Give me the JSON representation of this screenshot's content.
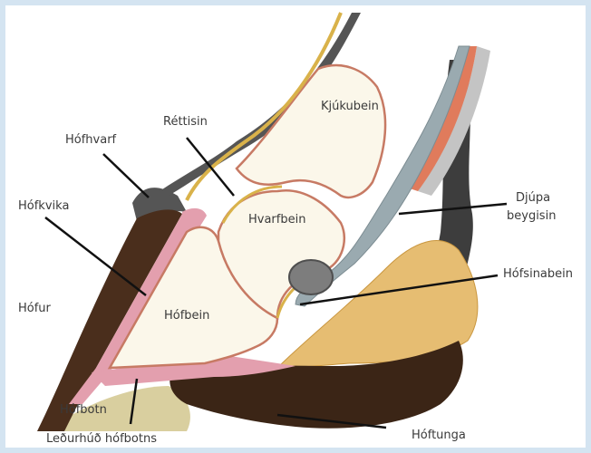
{
  "diagram": {
    "labels": {
      "hofhvarf": "Hófhvarf",
      "rettisin": "Réttisin",
      "kjukubein": "Kjúkubein",
      "djupa_beygisin_line1": "Djúpa",
      "djupa_beygisin_line2": "beygisin",
      "hofkvika": "Hófkvika",
      "hvarfbein": "Hvarfbein",
      "hofsinabein": "Hófsinabein",
      "hofur": "Hófur",
      "hofbein": "Hófbein",
      "hofbotn": "Hófbotn",
      "hoftunga": "Hóftunga",
      "ledurhud_hofbotns": "Leðurhúð hófbotns"
    },
    "colors": {
      "background": "#d4e4f1",
      "panel": "#ffffff",
      "hoof_wall": "#4a2e1c",
      "laminae_pink": "#e39fae",
      "bone_fill": "#fbf7ea",
      "bone_outline": "#c77a64",
      "fat_yellow": "#e6bd72",
      "tendon_grey": "#9aaab0",
      "sole_dark": "#3b2516",
      "frog_tan": "#d9cf9f",
      "hair": "#3d3d3d",
      "leader_line": "#111111"
    }
  }
}
